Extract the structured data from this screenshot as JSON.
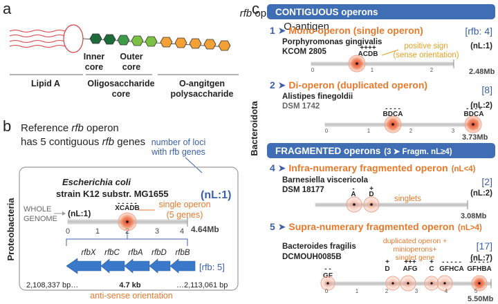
{
  "panel_a": {
    "letter": "a",
    "title_line1_italic": "rfb",
    "title_line1_rest": " operon encodes",
    "title_line2": "O-antigen",
    "inner_core": [
      "Inner",
      "core"
    ],
    "outer_core": [
      "Outer",
      "core"
    ],
    "lipid_a": "Lipid A",
    "oligosaccharide": [
      "Oligosaccharide",
      "core"
    ],
    "o_antigen": [
      "O-angitgen",
      "polysaccharide"
    ]
  },
  "panel_b": {
    "letter": "b",
    "title_line1": "Reference ",
    "title_line1_italic": "rfb",
    "title_line1_rest": " operon",
    "title_line2_a": "has 5 contiguous ",
    "title_line2_italic": "rfb",
    "title_line2_rest": " genes",
    "loci_note": [
      "number of loci",
      "with rfb genes"
    ],
    "species": "Escherichia coli",
    "strain": "strain K12 substr. MG1655",
    "nl_big": "(nL:1)",
    "phylum": "Proteobacteria",
    "whole_genome": [
      "WHOLE",
      "GENOME"
    ],
    "nl_small": "(nL:1)",
    "gene_label": "XCADB",
    "gene_signs": "- - - - -",
    "single_operon": [
      "single operon",
      "(5 genes)"
    ],
    "axis_ticks": [
      "0",
      "1",
      "2",
      "3",
      "4"
    ],
    "axis_end": "4.64Mb",
    "genes": [
      "rfbX",
      "rfbC",
      "rfbA",
      "rfbD",
      "rfbB"
    ],
    "rfb_count": "[rfb: 5]",
    "bp_start": "2,108,337 bp…",
    "size": "4.7 kb",
    "bp_end": "…2,113,061 bp",
    "antisense": "anti-sense orientation"
  },
  "panel_c": {
    "letter": "c",
    "contiguous_header": "CONTIGUOUS operons",
    "fragmented_header": "FRAGMENTED operons",
    "fragmented_suffix": "(3 ➤ Fragm. nL≥4)",
    "phylum": "Bacteroidota",
    "sections": [
      {
        "num": "1",
        "title": "Mono-operon (single operon)",
        "species": "Porphyromonas gingivalis",
        "strain": "KCOM 2805",
        "count": "[rfb: 4]",
        "nl": "(nL:1)",
        "axis_end": "2.48Mb",
        "axis_ticks": [
          "0",
          "1",
          "2"
        ]
      },
      {
        "num": "2",
        "title": "Di-operon (duplicated operon)",
        "species": "Alistipes finegoldii",
        "strain": "DSM 1742",
        "count": "[8]",
        "nl": "(nL:2)",
        "axis_end": "3.73Mb",
        "axis_ticks": [
          "0",
          "1",
          "2",
          "3"
        ]
      },
      {
        "num": "4",
        "title": "Infra-numerary fragmented operon",
        "qual": "(nL<4)",
        "species": "Barnesiella  viscericola",
        "strain": "DSM 18177",
        "count": "[2]",
        "nl": "(nL:2)",
        "axis_end": "3.08Mb"
      },
      {
        "num": "5",
        "title": "Supra-numerary fragmented operon",
        "qual": "(nL>4)",
        "species": "Bacteroides fragilis",
        "strain": "DCMOUH0085B",
        "count": "[17]",
        "nl": "(nL:7)",
        "axis_end": "5.50Mb",
        "axis_ticks": [
          "0",
          "1",
          "2",
          "3",
          "4",
          "5"
        ]
      }
    ],
    "positive_sign": [
      "positive sign",
      "(sense orientation)"
    ],
    "s1_gene": "ACDB",
    "s1_signs": "++++",
    "s2_genes": [
      "BDCA",
      "BDCA"
    ],
    "s2_signs": "- - - -",
    "s4_genes": [
      "A",
      "D"
    ],
    "s4_signs": [
      "-",
      "+"
    ],
    "singlets": "singlets",
    "s5_note": [
      "duplicated operon +",
      "minioperons+",
      "singlet gene"
    ],
    "s5_genes": [
      "GF",
      "D",
      "AFG",
      "C",
      "GFHCA",
      "GFHBA"
    ],
    "s5_signs": [
      "- -",
      "+",
      "+++",
      "+",
      "- - - - -",
      "- - - - -"
    ]
  },
  "colors": {
    "orange": "#E8792B",
    "blue": "#3B5FA8",
    "header": "#3F6EB5",
    "dark_green": "#1E6B3A",
    "green": "#3E9B48",
    "light_green": "#7BC143",
    "hex_orange": "#F3A034",
    "red_line": "#E03C3C"
  }
}
